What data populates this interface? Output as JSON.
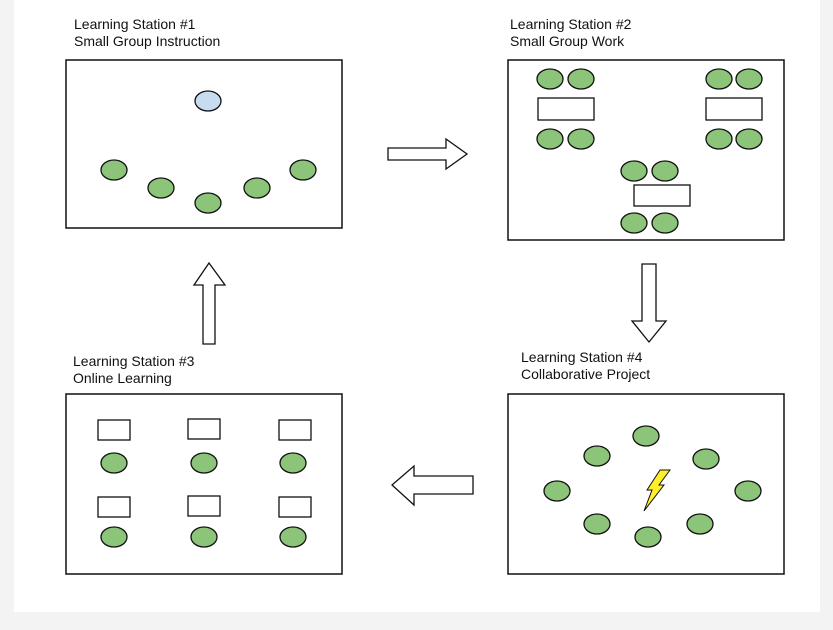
{
  "stations": [
    {
      "title": "Learning Station #1",
      "subtitle": "Small Group Instruction"
    },
    {
      "title": "Learning Station #2",
      "subtitle": "Small Group Work"
    },
    {
      "title": "Learning Station #3",
      "subtitle": "Online Learning"
    },
    {
      "title": "Learning Station #4",
      "subtitle": "Collaborative Project"
    }
  ],
  "colors": {
    "student": "#8cc57a",
    "teacher": "#c7dcf0",
    "outline": "#111111",
    "lightning": "#ffef2a"
  }
}
